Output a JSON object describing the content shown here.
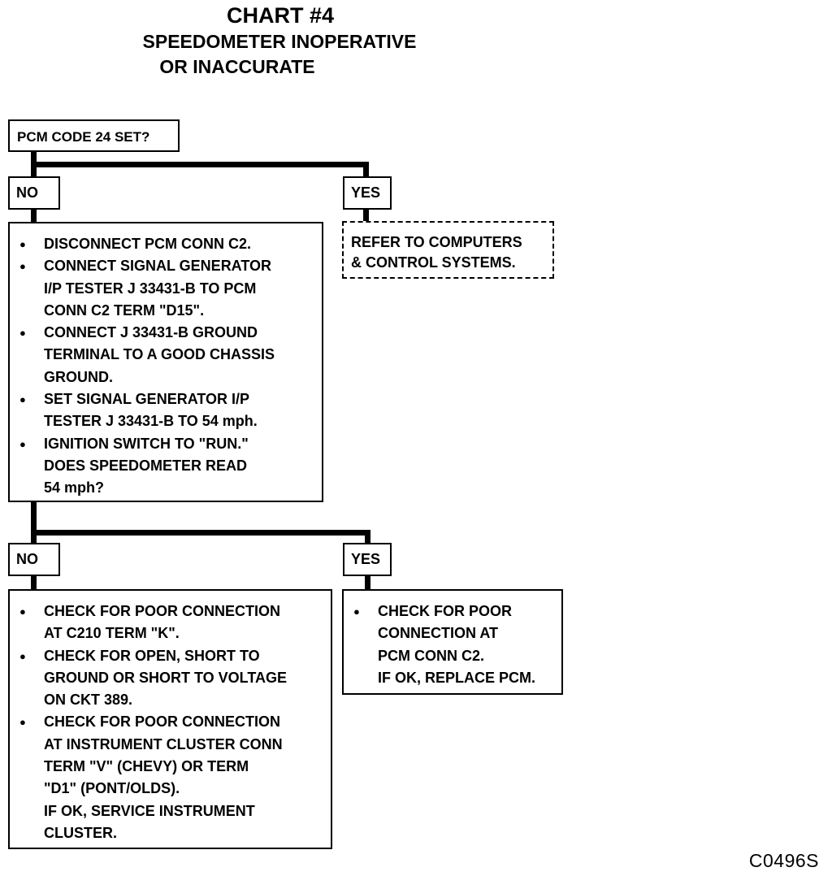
{
  "title": {
    "line1": "CHART #4",
    "line2": "SPEEDOMETER INOPERATIVE",
    "line3": "OR INACCURATE"
  },
  "start": {
    "question": "PCM CODE 24 SET?"
  },
  "branch1": {
    "no_label": "NO",
    "yes_label": "YES",
    "yes_text": "REFER TO COMPUTERS\n& CONTROL SYSTEMS.",
    "no_steps": [
      "DISCONNECT PCM CONN C2.",
      "CONNECT SIGNAL GENERATOR\nI/P TESTER J 33431-B TO PCM\nCONN C2 TERM \"D15\".",
      "CONNECT J 33431-B GROUND\nTERMINAL TO A GOOD CHASSIS\nGROUND.",
      "SET SIGNAL GENERATOR I/P\nTESTER J 33431-B TO 54 mph.",
      "IGNITION SWITCH TO \"RUN.\"\nDOES SPEEDOMETER READ\n54 mph?"
    ]
  },
  "branch2": {
    "no_label": "NO",
    "yes_label": "YES",
    "no_steps": [
      "CHECK FOR POOR CONNECTION\nAT C210 TERM \"K\".",
      "CHECK FOR OPEN, SHORT TO\nGROUND OR SHORT TO VOLTAGE\nON CKT 389.",
      "CHECK FOR POOR CONNECTION\nAT INSTRUMENT CLUSTER CONN\nTERM \"V\" (CHEVY) OR TERM\n\"D1\" (PONT/OLDS).\nIF OK, SERVICE INSTRUMENT\nCLUSTER."
    ],
    "yes_steps": [
      "CHECK FOR POOR\nCONNECTION AT\nPCM CONN C2.\nIF OK, REPLACE PCM."
    ]
  },
  "figure_code": "C0496S"
}
